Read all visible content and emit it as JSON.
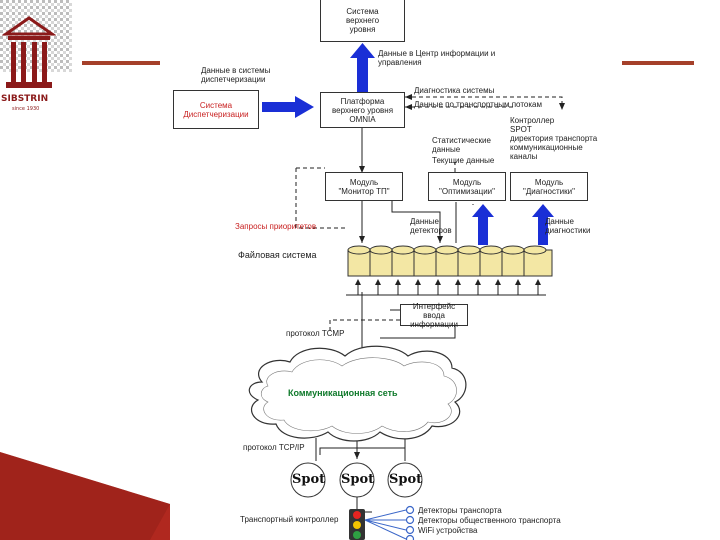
{
  "logo": {
    "name": "SIBSTRIN",
    "sub": "since 1930"
  },
  "boxes": {
    "top": "Система верхнего уровня",
    "platform": "Платформа верхнего уровня OMNIA",
    "dispatch": "Система Диспетчеризации",
    "mod_left": "Модуль \"Монитор ТП\"",
    "mod_mid": "Модуль \"Оптимизации\"",
    "mod_right": "Модуль \"Диагностики\""
  },
  "labels": {
    "data_center": "Данные в Центр информации и управления",
    "dispatch_data": "Данные в системы диспетчеризации",
    "diag_system": "Диагностика системы",
    "traffic_data": "Данные по транспортным потокам",
    "controller": "Контроллер SPOT",
    "transport_dir": "директория транспорта",
    "comm_channels": "коммуникационные каналы",
    "stat_data": "Статистические данные",
    "current_data": "Текущие данные",
    "detector_data": "Данные детекторов",
    "diag_data": "Данные диагностики",
    "priority_req": "Запросы приоритетов",
    "file_system": "Файловая система",
    "interface": "Интерфейс ввода",
    "interface2": "информации",
    "protocol": "протокол ТСМР",
    "protocol_tcp": "протокол TCP/IP",
    "traffic_controller": "Транспортный контроллер",
    "legend_1": "Детекторы транспорта",
    "legend_2": "Детекторы общественного транспорта",
    "legend_3": "WiFi устройства"
  },
  "cloud": {
    "title": "Коммуникационная сеть"
  },
  "spots": [
    "Spot",
    "Spot",
    "Spot"
  ],
  "colors": {
    "arrow_blue": "#1a2fd6",
    "accent_red": "#c82020",
    "rule": "#a5402a",
    "logo": "#8b1a1a"
  }
}
